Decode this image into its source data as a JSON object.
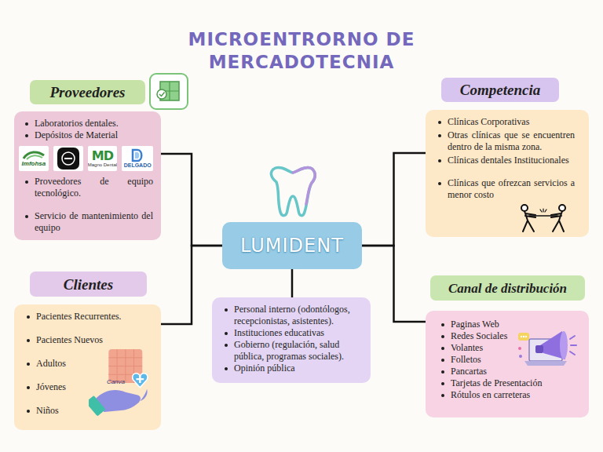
{
  "diagram": {
    "title": "MICROENTRORNO DE MERCADOTECNIA",
    "nodes": [
      {
        "text": [
          "Proveedores",
          "Laboratorios dentales.",
          "Depósitos de Material",
          "Proveedores de equipo tecnológico.",
          "Servicio de mantenimiento del equipo"
        ]
      },
      {
        "text": [
          "Competencia",
          "Clínicas Corporativas",
          "Otras clínicas que se encuentren dentro de la misma zona.",
          "Clínicas dentales Institucionales",
          "Clínicas que ofrezcan servicios a menor costo"
        ]
      },
      {
        "text": [
          "LUMIDENT"
        ]
      },
      {
        "text": [
          "Clientes",
          "Pacientes Recurrentes.",
          "Pacientes Nuevos",
          "Adultos",
          "Jóvenes",
          "Niños"
        ]
      },
      {
        "text": [
          "Personal interno (odontólogos, recepcionistas, asistentes).",
          "Instituciones educativas",
          "Gobierno (regulación, salud pública, programas sociales).",
          "Opinión pública"
        ]
      },
      {
        "text": [
          "Canal de distribución",
          "Paginas Web",
          "Redes Sociales",
          "Volantes",
          "Folletos",
          "Pancartas",
          "Tarjetas de Presentación",
          "Rótulos en carreteras"
        ]
      }
    ],
    "edges": [
      {
        "from": 2,
        "to": 0,
        "arrow": "none"
      },
      {
        "from": 2,
        "to": 3,
        "arrow": "none"
      },
      {
        "from": 2,
        "to": 1,
        "arrow": "none"
      },
      {
        "from": 2,
        "to": 5,
        "arrow": "none"
      },
      {
        "from": 2,
        "to": 4,
        "arrow": "none"
      }
    ],
    "labels": [
      "Imfohsa",
      "MD",
      "Magno Dental",
      "DELGADO",
      "Canva"
    ]
  }
}
